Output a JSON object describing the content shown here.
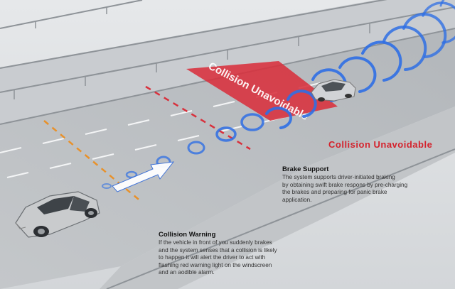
{
  "road_zone": {
    "label": "Collision Unavoidable",
    "color": "#d8303c"
  },
  "zone_caption": {
    "text": "Collision Unavoidable",
    "color": "#d4222c"
  },
  "brake_support": {
    "title": "Brake Support",
    "lines": [
      "The system supports driver-initiated braking",
      "by obtaining swift brake respons by pre-charging",
      "the brakes and preparing for panic brake",
      "application."
    ]
  },
  "collision_warning": {
    "title": "Collision Warning",
    "lines": [
      "If the vehicle in front of you suddenly brakes",
      "and the system senses that a collision is likely",
      "to happen it will alert the driver to act with",
      "flashing red warning light on the windscreen",
      "and an aodible alarm."
    ]
  },
  "colors": {
    "road": "#b9bdc1",
    "barrier": "#8e9398",
    "radar": "#2f6fe4",
    "warning_line": "#e8912a",
    "brake_line": "#d8303c",
    "car": "#c9cbcd"
  },
  "icons": [
    "radar-wave-icon",
    "forward-arrow-icon",
    "car-icon"
  ]
}
